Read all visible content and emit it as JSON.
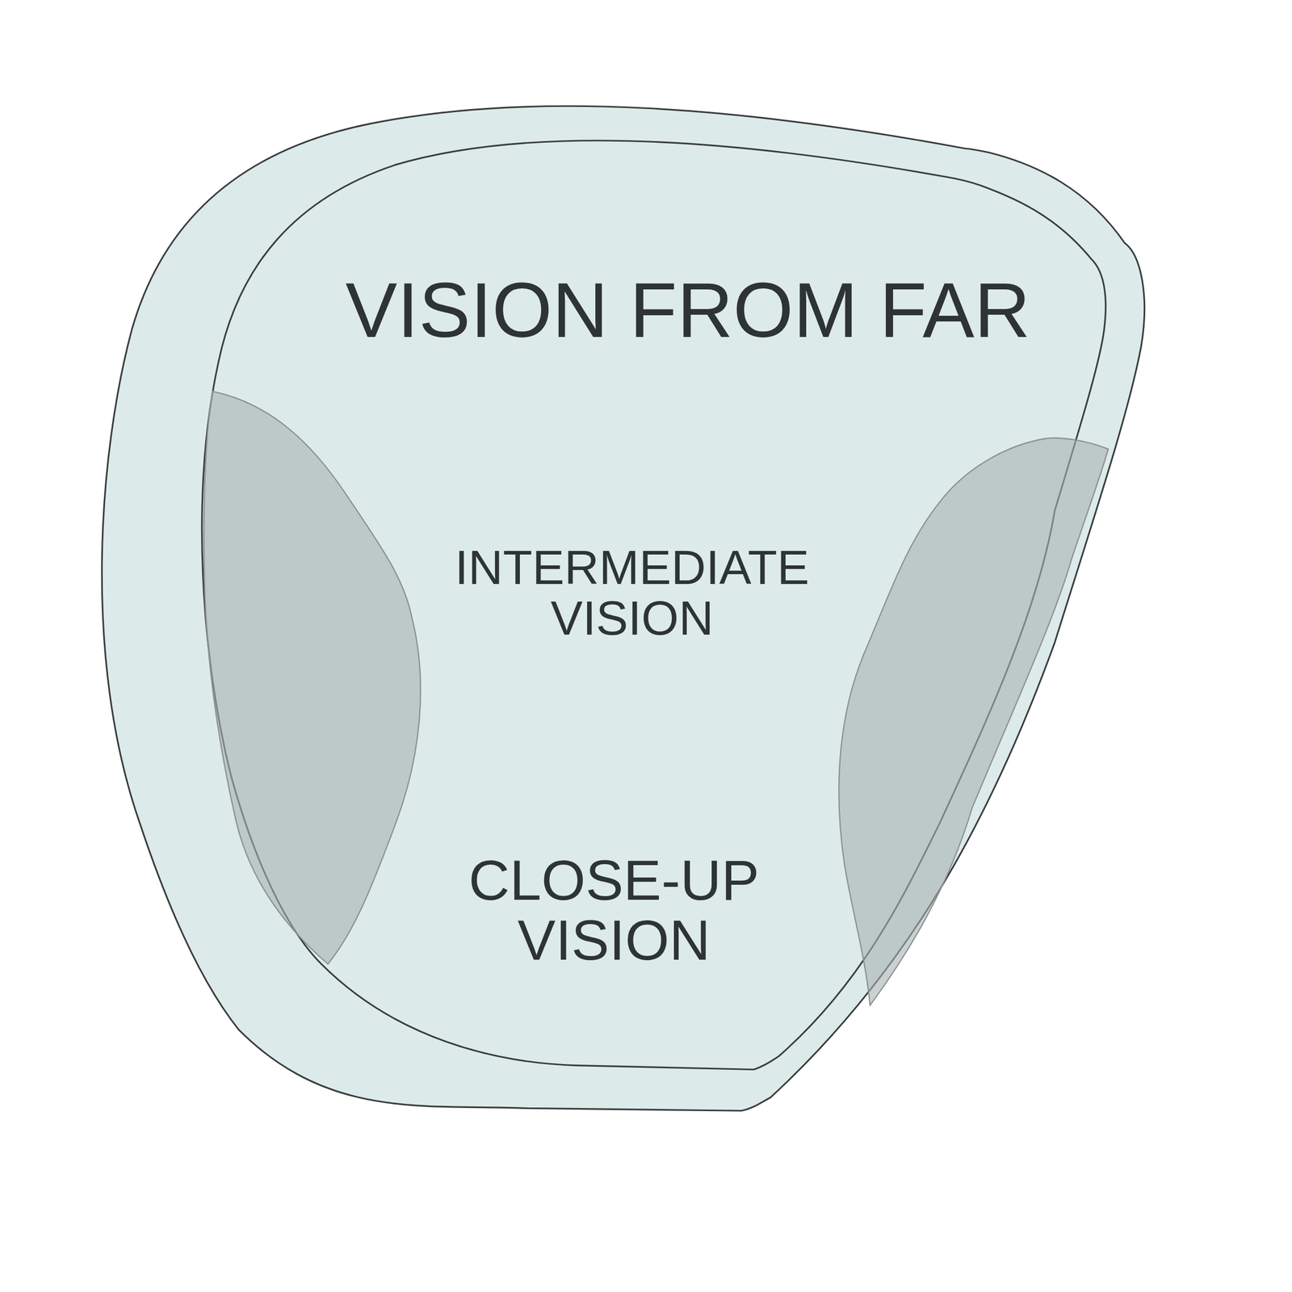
{
  "diagram": {
    "nodes": [
      {
        "text": [
          "VISION FROM FAR",
          "INTERMEDIATE VISION",
          "CLOSE-UP VISION"
        ]
      }
    ]
  }
}
